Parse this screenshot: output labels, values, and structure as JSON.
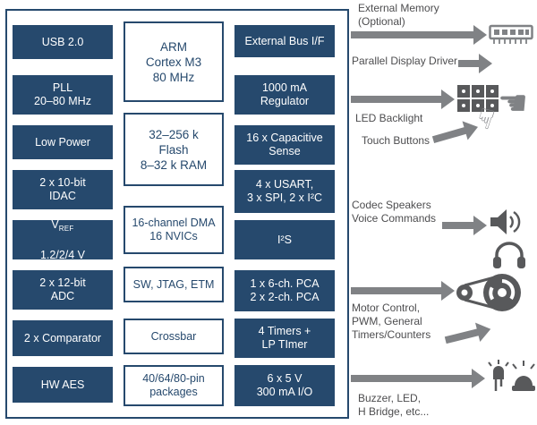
{
  "chip": {
    "left": {
      "usb": "USB 2.0",
      "pll": "PLL\n20–80 MHz",
      "low_power": "Low Power",
      "idac": "2 x 10-bit\nIDAC",
      "vref": {
        "letter": "V",
        "sub": "REF",
        "value": "1.2/2/4 V"
      },
      "adc": "2 x 12-bit\nADC",
      "comparator": "2 x Comparator",
      "aes": "HW AES"
    },
    "middle": {
      "cpu": "ARM\nCortex M3\n80 MHz",
      "memory": "32–256 k\nFlash\n8–32 k RAM",
      "dma": "16-channel DMA\n16 NVICs",
      "debug": "SW, JTAG, ETM",
      "crossbar": "Crossbar",
      "packages": "40/64/80-pin\npackages"
    },
    "right": {
      "external_bus": "External Bus I/F",
      "regulator": "1000 mA\nRegulator",
      "capsense": "16 x Capacitive\nSense",
      "serial": "4 x USART,\n3 x SPI, 2 x I²C",
      "i2s": "I²S",
      "pca": "1 x 6-ch. PCA\n2 x 2-ch. PCA",
      "timers": "4 Timers +\nLP TImer",
      "io": "6 x 5 V\n300 mA I/O"
    }
  },
  "annotations": {
    "external_memory": "External Memory\n(Optional)",
    "parallel_display": "Parallel Display Driver",
    "led_backlight": "LED Backlight",
    "touch_buttons": "Touch Buttons",
    "codec": "Codec Speakers\nVoice Commands",
    "motor": "Motor Control,\nPWM, General\nTimers/Counters",
    "buzzer": "Buzzer, LED,\nH Bridge, etc..."
  },
  "glyphs": {
    "hand_left": "☚",
    "finger_down": "☟"
  },
  "colors": {
    "navy": "#26496d",
    "arrow_gray": "#808285",
    "icon_gray": "#58595b",
    "label_gray": "#4d4d4f"
  }
}
